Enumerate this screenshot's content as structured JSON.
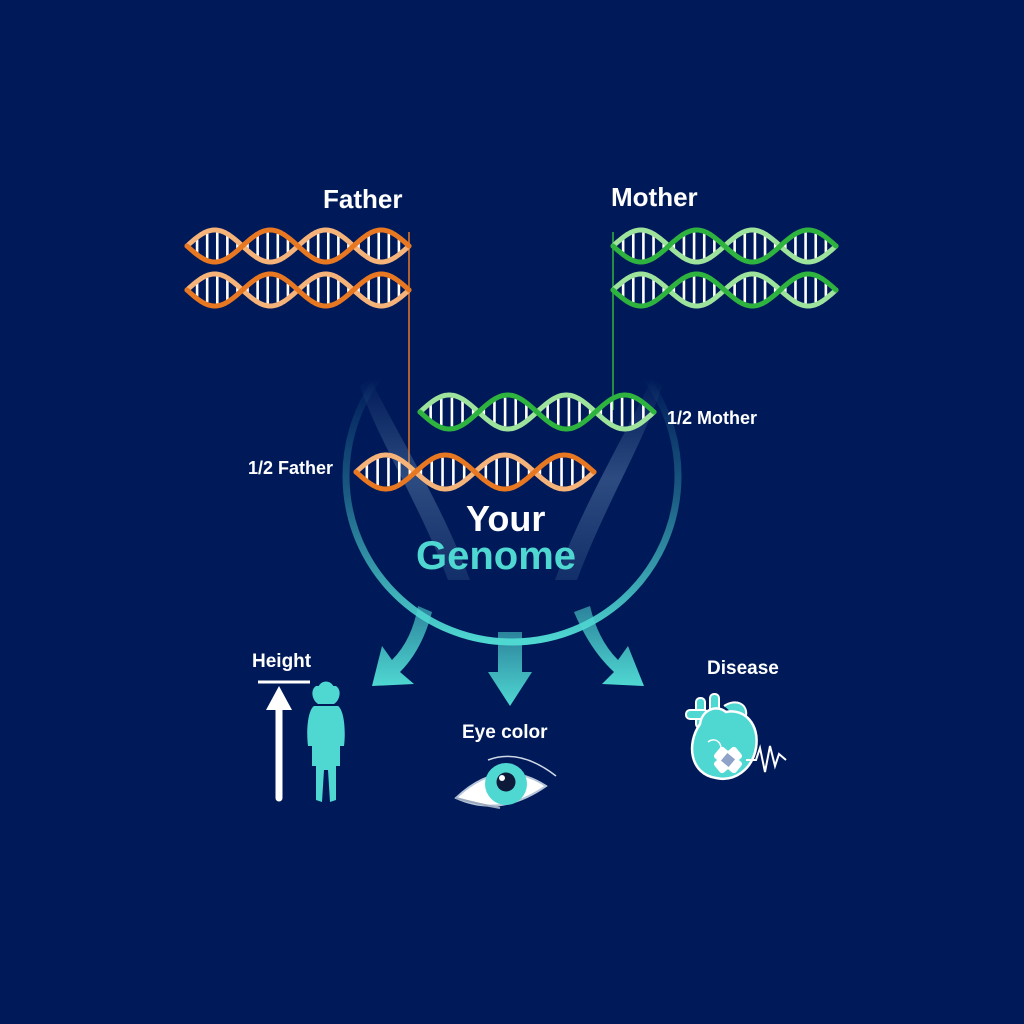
{
  "labels": {
    "father": "Father",
    "mother": "Mother",
    "half_father": "1/2 Father",
    "half_mother": "1/2 Mother",
    "your": "Your",
    "genome": "Genome",
    "height": "Height",
    "eye_color": "Eye color",
    "disease": "Disease"
  },
  "colors": {
    "background": "#001a59",
    "father_dark": "#e87722",
    "father_light": "#f5b37a",
    "mother_dark": "#2fb33f",
    "mother_light": "#9de39c",
    "genome_accent": "#4fd8d2",
    "text": "#ffffff"
  },
  "icons": {
    "height": "person-silhouette-icon",
    "eye_color": "eye-icon",
    "disease": "heart-icon"
  }
}
